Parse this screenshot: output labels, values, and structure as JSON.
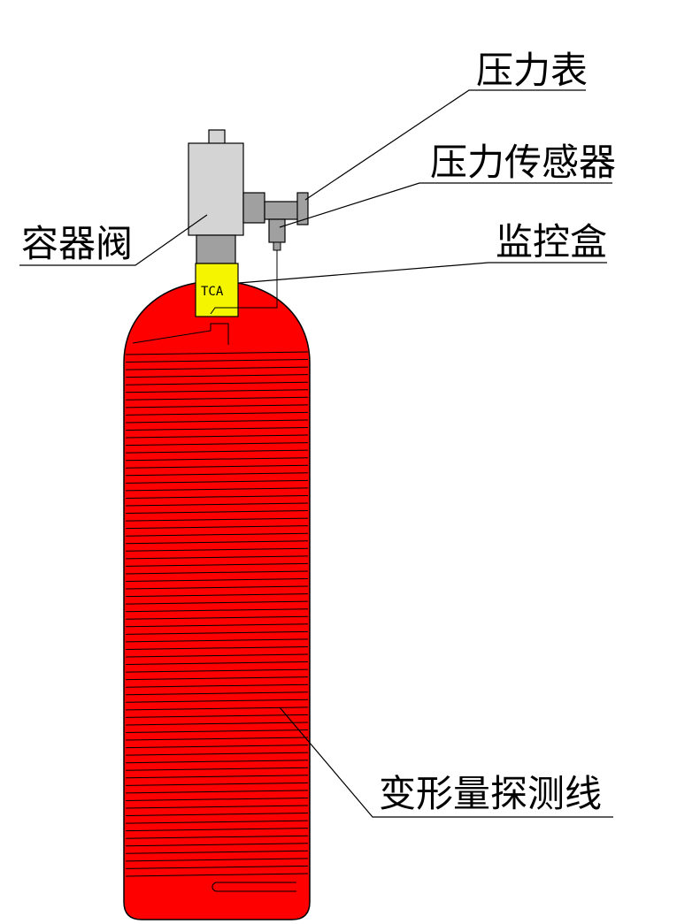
{
  "labels": {
    "pressure_gauge": "压力表",
    "pressure_sensor": "压力传感器",
    "monitor_box": "监控盒",
    "container_valve": "容器阀",
    "deformation_wire": "变形量探测线",
    "tca": "TCA"
  },
  "colors": {
    "cylinder_red": "#ff0000",
    "valve_gray": "#d4d4d4",
    "fitting_gray": "#a0a0a0",
    "monitor_yellow": "#f5f500",
    "line": "#000000"
  }
}
